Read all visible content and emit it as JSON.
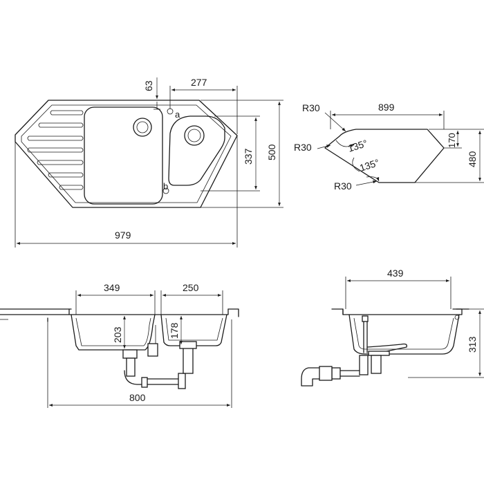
{
  "top_view": {
    "dim_overall_width": "979",
    "dim_overall_depth": "500",
    "dim_bowl_depth": "337",
    "dim_right_offset": "277",
    "dim_tap_offset": "63",
    "tap_hole_a": "a",
    "tap_hole_b": "b"
  },
  "cutout": {
    "dim_width": "899",
    "dim_depth": "480",
    "dim_side": "170",
    "radius_1": "R30",
    "radius_2": "R30",
    "radius_3": "R30",
    "angle_1": "135°",
    "angle_2": "135°"
  },
  "front_section": {
    "dim_main_bowl_width": "349",
    "dim_second_bowl_width": "250",
    "dim_main_bowl_depth": "203",
    "dim_second_bowl_depth": "178",
    "dim_cabinet_width": "800"
  },
  "side_section": {
    "dim_bowl_width": "439",
    "dim_total_height": "313"
  }
}
